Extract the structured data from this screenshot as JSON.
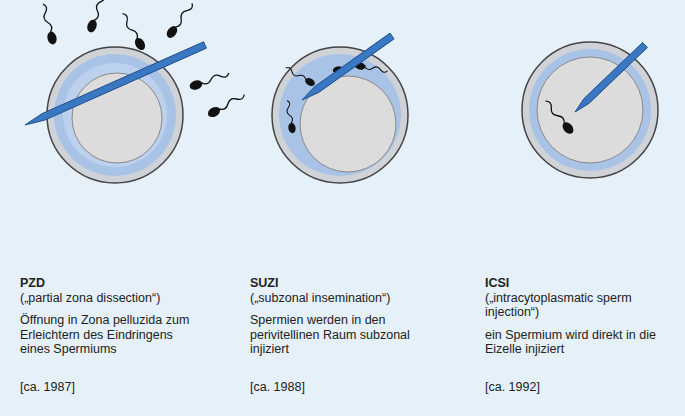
{
  "diagram": {
    "labels": [
      "PZD",
      "(„partial zona dissection“)",
      "Öffnung in Zona pelluzida zum Erleichtern des Eindringens eines Spermiums",
      "[ca. 1987]",
      "SUZI",
      "(„subzonal insemination“)",
      "Spermien werden in den perivitellinen Raum subzonal injiziert",
      "[ca. 1988]",
      "ICSI",
      "(„intracytoplasmatic sperm injection“)",
      "ein Spermium wird direkt in die Eizelle injiziert",
      "[ca. 1992]"
    ]
  }
}
